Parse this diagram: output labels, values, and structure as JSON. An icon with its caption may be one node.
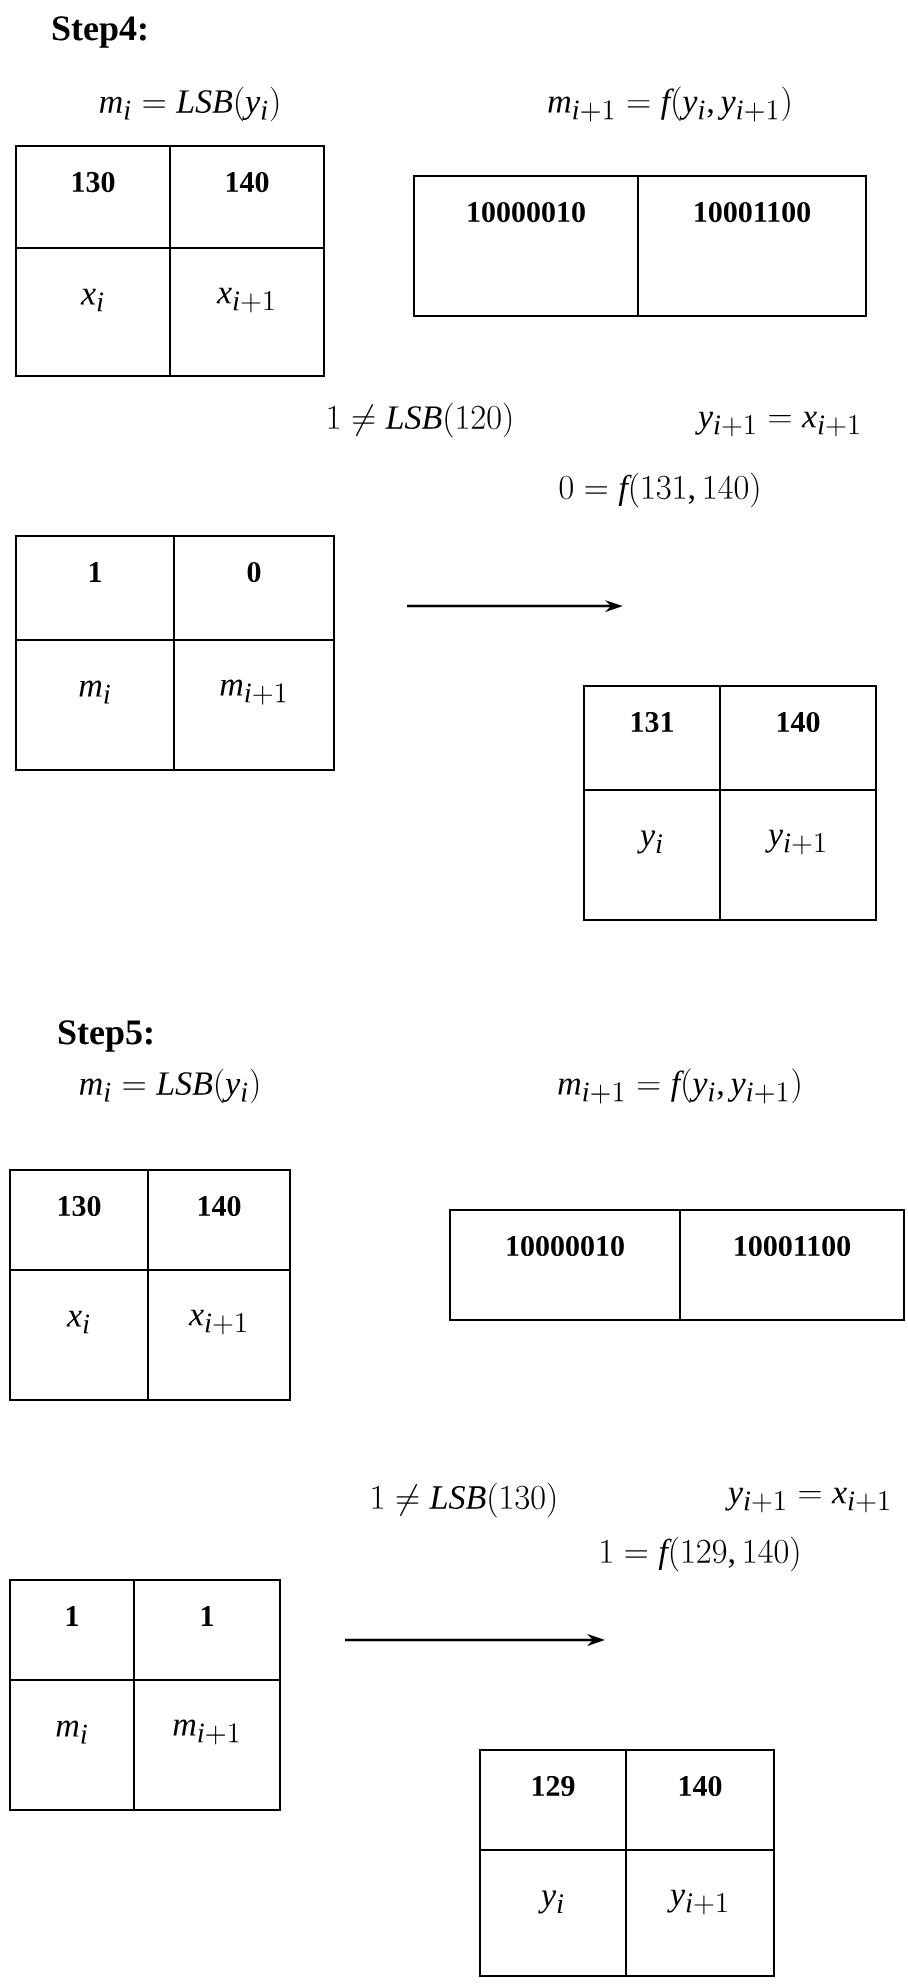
{
  "diagram": {
    "nodes": [
      {
        "text": [
          "130",
          "140",
          "x_i",
          "x_{i+1}"
        ]
      },
      {
        "text": [
          "10000010",
          "10001100"
        ]
      },
      {
        "text": [
          "1",
          "0",
          "m_i",
          "m_{i+1}"
        ]
      },
      {
        "text": [
          "131",
          "140",
          "y_i",
          "y_{i+1}"
        ]
      },
      {
        "text": [
          "130",
          "140",
          "x_i",
          "x_{i+1}"
        ]
      },
      {
        "text": [
          "10000010",
          "10001100"
        ]
      },
      {
        "text": [
          "1",
          "1",
          "m_i",
          "m_{i+1}"
        ]
      },
      {
        "text": [
          "129",
          "140",
          "y_i",
          "y_{i+1}"
        ]
      }
    ],
    "edges": [
      {
        "from": 2,
        "to": 3,
        "arrow": "to"
      },
      {
        "from": 6,
        "to": 7,
        "arrow": "to"
      }
    ],
    "labels": [
      "Step4:",
      "m_i = LSB(y_i)",
      "m_{i+1} = f(y_i , y_{i+1})",
      "1 \\neq LSB(120)",
      "y_{i+1} = x_{i+1}",
      "0 = f(131,140)",
      "Step5:",
      "m_i = LSB(y_i)",
      "m_{i+1} = f(y_i , y_{i+1})",
      "1 \\neq LSB(130)",
      "y_{i+1} = x_{i+1}",
      "1 = f(129,140)"
    ]
  }
}
